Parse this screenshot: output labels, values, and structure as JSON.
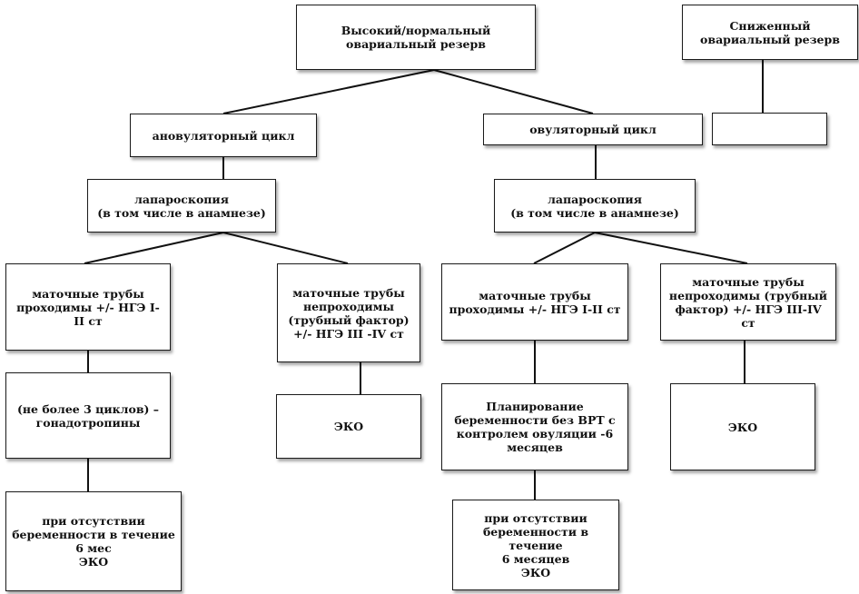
{
  "nodes": {
    "high_reserve": "Высокий/нормальный\nовариальный резерв",
    "low_reserve": "Сниженный\nовариальный резерв",
    "low_reserve_child": "",
    "anovulatory": "ановуляторный цикл",
    "ovulatory": "овуляторный    цикл",
    "lap_left": "лапароскопия\n(в том числе в анамнезе)",
    "lap_right": "лапароскопия\n(в том числе в анамнезе)",
    "tubes_patent_left": "маточные трубы\nпроходимы +/- НГЭ I-\nII ст",
    "tubes_blocked_left": "маточные трубы\nнепроходимы\n(трубный фактор)\n+/- НГЭ  III -IV ст",
    "tubes_patent_right": "маточные трубы\nпроходимы +/- НГЭ I-II ст",
    "tubes_blocked_right": "маточные трубы\nнепроходимы (трубный\nфактор) +/- НГЭ III-IV ст",
    "gonadotropins": "(не более 3 циклов) –\nгонадотропины",
    "eko_left": "ЭКО",
    "planning": "Планирование\nбеременности без ВРТ с\nконтролем овуляции -6\nмесяцев",
    "eko_right": "ЭКО",
    "no_preg_left": "при отсутствии\nбеременности в течение\n6 мес\nЭКО",
    "no_preg_right": "при отсутствии\nбеременности в течение\n6 месяцев\nЭКО"
  },
  "edges": [
    [
      "high_reserve",
      "anovulatory"
    ],
    [
      "high_reserve",
      "ovulatory"
    ],
    [
      "low_reserve",
      "low_reserve_child"
    ],
    [
      "anovulatory",
      "lap_left"
    ],
    [
      "ovulatory",
      "lap_right"
    ],
    [
      "lap_left",
      "tubes_patent_left"
    ],
    [
      "lap_left",
      "tubes_blocked_left"
    ],
    [
      "lap_right",
      "tubes_patent_right"
    ],
    [
      "lap_right",
      "tubes_blocked_right"
    ],
    [
      "tubes_patent_left",
      "gonadotropins"
    ],
    [
      "tubes_blocked_left",
      "eko_left"
    ],
    [
      "tubes_patent_right",
      "planning"
    ],
    [
      "tubes_blocked_right",
      "eko_right"
    ],
    [
      "gonadotropins",
      "no_preg_left"
    ],
    [
      "planning",
      "no_preg_right"
    ]
  ]
}
